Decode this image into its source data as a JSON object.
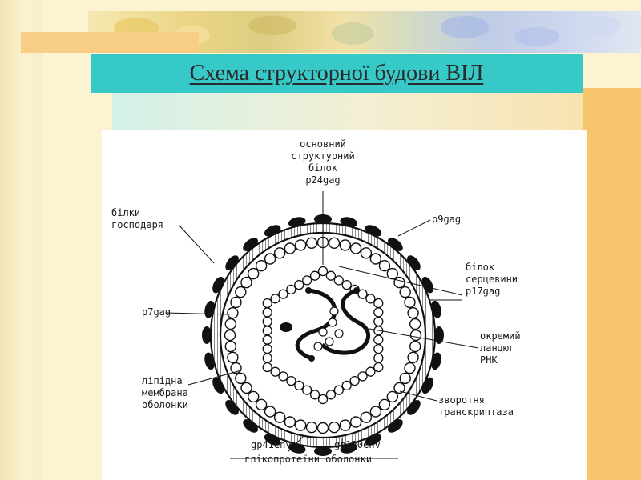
{
  "slide": {
    "title": "Схема структорної будови ВІЛ"
  },
  "colors": {
    "title_bg": "#37c8c8",
    "accent_orange": "#f7c46e",
    "background": "#fbf3d2"
  },
  "diagram": {
    "labels": {
      "core_protein_1": "основний",
      "core_protein_2": "структурний",
      "core_protein_3": "білок",
      "core_protein_4": "p24gag",
      "host_proteins_1": "білки",
      "host_proteins_2": "господаря",
      "p9": "p9gag",
      "p7": "p7gag",
      "core_shell_1": "білок",
      "core_shell_2": "серцевини",
      "core_shell_3": "p17gag",
      "rna_1": "окремий",
      "rna_2": "ланцюг",
      "rna_3": "РНК",
      "lipid_1": "ліпідна",
      "lipid_2": "мембрана",
      "lipid_3": "оболонки",
      "rt_1": "зворотня",
      "rt_2": "транскриптаза",
      "gp41": "gp41env",
      "gp120": "gp120env",
      "glyco": "глікопротеїни оболонки"
    }
  }
}
